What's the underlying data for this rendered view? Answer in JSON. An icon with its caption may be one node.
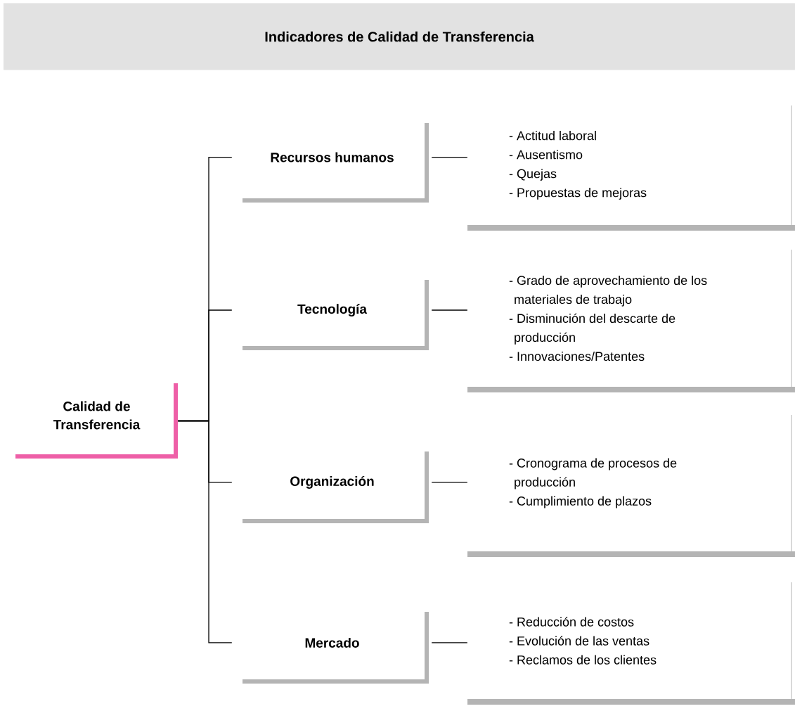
{
  "diagram": {
    "title": "Indicadores de Calidad de Transferencia",
    "nodes": [
      {
        "text": [
          "Calidad de Transferencia"
        ]
      },
      {
        "text": [
          "Recursos humanos"
        ]
      },
      {
        "text": [
          "- Actitud laboral",
          "- Ausentismo",
          "- Quejas",
          "- Propuestas de mejoras"
        ]
      },
      {
        "text": [
          "Tecnología"
        ]
      },
      {
        "text": [
          "- Grado de aprovechamiento de los materiales de trabajo",
          "- Disminución del descarte de producción",
          "- Innovaciones/Patentes"
        ]
      },
      {
        "text": [
          "Organización"
        ]
      },
      {
        "text": [
          "- Cronograma de procesos de producción",
          "- Cumplimiento de plazos"
        ]
      },
      {
        "text": [
          "Mercado"
        ]
      },
      {
        "text": [
          "- Reducción de costos",
          "- Evolución de las ventas",
          "- Reclamos de los clientes"
        ]
      }
    ],
    "edges": [
      {
        "from": 0,
        "to": 1,
        "arrow": "none"
      },
      {
        "from": 0,
        "to": 3,
        "arrow": "none"
      },
      {
        "from": 0,
        "to": 5,
        "arrow": "none"
      },
      {
        "from": 0,
        "to": 7,
        "arrow": "none"
      },
      {
        "from": 1,
        "to": 2,
        "arrow": "none"
      },
      {
        "from": 3,
        "to": 4,
        "arrow": "none"
      },
      {
        "from": 5,
        "to": 6,
        "arrow": "none"
      },
      {
        "from": 7,
        "to": 8,
        "arrow": "none"
      }
    ]
  }
}
